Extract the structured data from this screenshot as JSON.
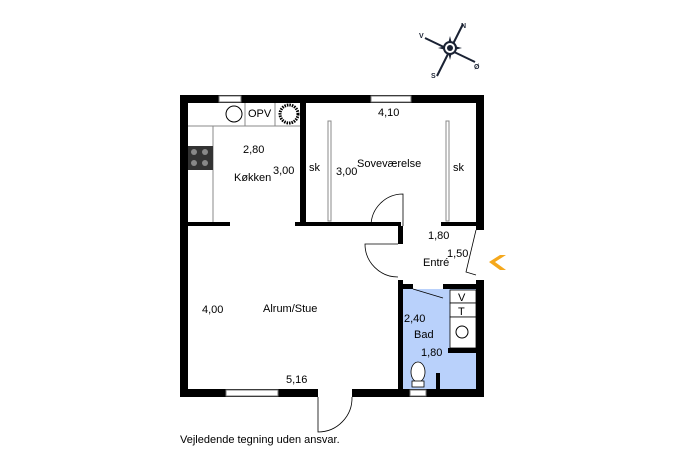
{
  "rooms": {
    "kitchen": {
      "name": "Køkken",
      "width": "2,80",
      "depth": "3,00",
      "fixture": "OPV"
    },
    "bedroom": {
      "name": "Soveværelse",
      "width": "4,10",
      "depth": "3,00",
      "closet_left": "sk",
      "closet_right": "sk"
    },
    "entry": {
      "name": "Entré",
      "width": "1,80",
      "depth": "1,50"
    },
    "living": {
      "name": "Alrum/Stue",
      "width": "5,16",
      "depth": "4,00"
    },
    "bath": {
      "name": "Bad",
      "width": "1,80",
      "depth": "2,40",
      "utility_v": "V",
      "utility_t": "T"
    }
  },
  "compass": {
    "n": "N",
    "s": "S",
    "v": "V",
    "e": "Ø"
  },
  "colors": {
    "bath": "#b9d1fb",
    "entrance_arrow": "#f5a81c",
    "wall": "#000000"
  },
  "disclaimer": "Vejledende tegning uden ansvar."
}
